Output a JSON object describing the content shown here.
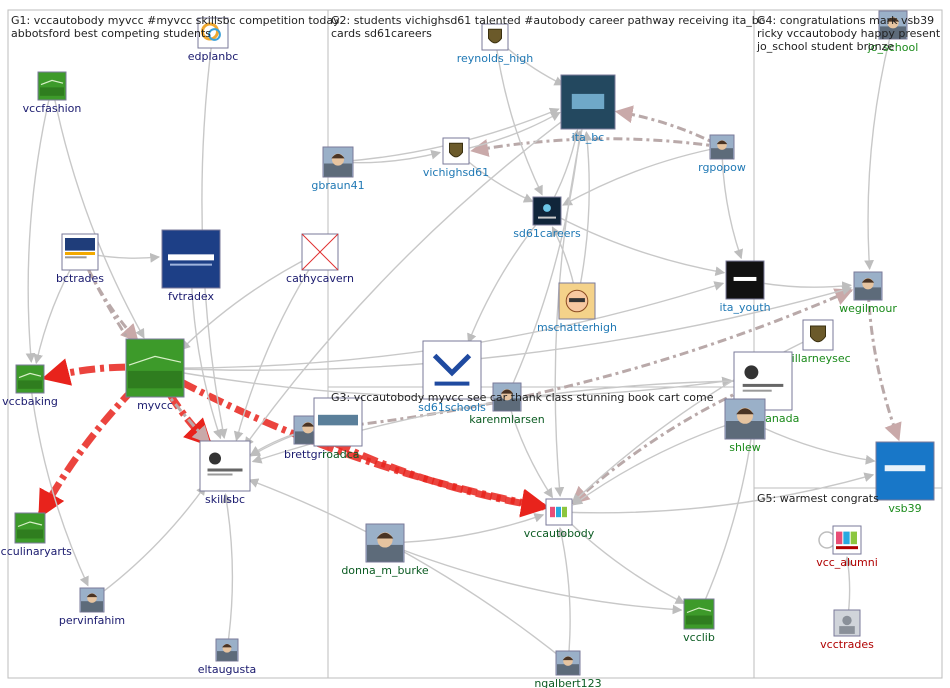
{
  "groups": [
    {
      "id": "G1",
      "lines": [
        "G1: vccautobody myvcc #myvcc skillsbc competition today",
        "abbotsford best competing students"
      ]
    },
    {
      "id": "G2",
      "lines": [
        "G2: students vichighsd61 talented #autobody career pathway receiving ita_bc",
        "cards sd61careers"
      ]
    },
    {
      "id": "G3",
      "lines": [
        "G3: vccautobody myvcc see car thank class stunning book cart come"
      ]
    },
    {
      "id": "G4",
      "lines": [
        "G4: congratulations mark vsb39",
        "ricky vccautobody happy present",
        "jo_school student bronze"
      ]
    },
    {
      "id": "G5",
      "lines": [
        "G5: warmest congrats"
      ]
    }
  ],
  "colors": {
    "G1": "#1a1a6e",
    "G2": "#1f78b4",
    "G3": "#0b5b22",
    "G4": "#1a8a1a",
    "G5": "#b00000",
    "edge": "#c8c8c8",
    "edge_strong": "#b9a9a9",
    "edge_red": "#e8231c"
  },
  "nodes": [
    {
      "id": "edplanbc",
      "label": "edplanbc",
      "group": "G1",
      "icon": "edplan-logo"
    },
    {
      "id": "vccfashion",
      "label": "vccfashion",
      "group": "G1",
      "icon": "vcc-green-logo"
    },
    {
      "id": "bctrades",
      "label": "bctrades",
      "group": "G1",
      "icon": "trades-training-logo"
    },
    {
      "id": "fvtradex",
      "label": "fvtradex",
      "group": "G1",
      "icon": "tradex-logo"
    },
    {
      "id": "cathycavern",
      "label": "cathycavern",
      "group": "G1",
      "icon": "missing-image-icon"
    },
    {
      "id": "myvcc",
      "label": "myvcc",
      "group": "G1",
      "icon": "vcc-green-logo"
    },
    {
      "id": "vccbaking",
      "label": "vccbaking",
      "group": "G1",
      "icon": "vcc-green-logo"
    },
    {
      "id": "skillsbc",
      "label": "skillsbc",
      "group": "G1",
      "icon": "skills-logo"
    },
    {
      "id": "brettgri",
      "label": "brettgri",
      "group": "G1",
      "icon": "profile-photo"
    },
    {
      "id": "vccculinaryarts",
      "label": "vccculinaryarts",
      "group": "G1",
      "icon": "vcc-green-logo"
    },
    {
      "id": "pervinfahim",
      "label": "pervinfahim",
      "group": "G1",
      "icon": "profile-photo"
    },
    {
      "id": "eltaugusta",
      "label": "eltaugusta",
      "group": "G1",
      "icon": "profile-photo"
    },
    {
      "id": "reynolds_high",
      "label": "reynolds_high",
      "group": "G2",
      "icon": "school-crest"
    },
    {
      "id": "ita_bc",
      "label": "ita_bc",
      "group": "G2",
      "icon": "ita-logo"
    },
    {
      "id": "gbraun41",
      "label": "gbraun41",
      "group": "G2",
      "icon": "profile-photo"
    },
    {
      "id": "vichighsd61",
      "label": "vichighsd61",
      "group": "G2",
      "icon": "school-crest"
    },
    {
      "id": "rgpopow",
      "label": "rgpopow",
      "group": "G2",
      "icon": "profile-photo"
    },
    {
      "id": "sd61careers",
      "label": "sd61careers",
      "group": "G2",
      "icon": "careers-logo"
    },
    {
      "id": "ita_youth",
      "label": "ita_youth",
      "group": "G2",
      "icon": "ita-youth-logo"
    },
    {
      "id": "mschatterhigh",
      "label": "mschatterhigh",
      "group": "G2",
      "icon": "cartoon-avatar"
    },
    {
      "id": "sd61schools",
      "label": "sd61schools",
      "group": "G2",
      "icon": "greater-victoria-logo"
    },
    {
      "id": "karenmlarsen",
      "label": "karenmlarsen",
      "group": "G3",
      "icon": "profile-photo"
    },
    {
      "id": "openroadca",
      "label": "roadca",
      "group": "G3",
      "icon": "openroad-logo"
    },
    {
      "id": "donna_m_burke",
      "label": "donna_m_burke",
      "group": "G3",
      "icon": "profile-photo"
    },
    {
      "id": "vccautobody",
      "label": "vccautobody",
      "group": "G3",
      "icon": "vcc-color-logo"
    },
    {
      "id": "vcclib",
      "label": "vcclib",
      "group": "G3",
      "icon": "vcc-green-logo"
    },
    {
      "id": "ngalbert123",
      "label": "ngalbert123",
      "group": "G3",
      "icon": "profile-photo"
    },
    {
      "id": "jo_school",
      "label": "jo_school",
      "group": "G4",
      "icon": "profile-photo"
    },
    {
      "id": "wegilmour",
      "label": "wegilmour",
      "group": "G4",
      "icon": "profile-photo"
    },
    {
      "id": "killarneysec",
      "label": "killarneysec",
      "group": "G4",
      "icon": "school-crest"
    },
    {
      "id": "skills_canada",
      "label": "skills_canada",
      "group": "G4",
      "icon": "skills-logo"
    },
    {
      "id": "shlew",
      "label": "shlew",
      "group": "G4",
      "icon": "profile-photo"
    },
    {
      "id": "vsb39",
      "label": "vsb39",
      "group": "G4",
      "icon": "vsb-logo"
    },
    {
      "id": "vcc_alumni",
      "label": "vcc_alumni",
      "group": "G5",
      "icon": "vcc-alumni-logo"
    },
    {
      "id": "vcctrades",
      "label": "vcctrades",
      "group": "G5",
      "icon": "default-avatar"
    }
  ],
  "edges": [
    {
      "from": "myvcc",
      "to": "vccbaking",
      "style": "red"
    },
    {
      "from": "myvcc",
      "to": "vccculinaryarts",
      "style": "red"
    },
    {
      "from": "myvcc",
      "to": "skillsbc",
      "style": "red"
    },
    {
      "from": "myvcc",
      "to": "vccautobody",
      "style": "red"
    },
    {
      "from": "brettgri",
      "to": "vccautobody",
      "style": "red"
    },
    {
      "from": "bctrades",
      "to": "myvcc",
      "style": "strong"
    },
    {
      "from": "bctrades",
      "to": "skillsbc",
      "style": "strong"
    },
    {
      "from": "rgpopow",
      "to": "vichighsd61",
      "style": "strong"
    },
    {
      "from": "rgpopow",
      "to": "ita_bc",
      "style": "strong"
    },
    {
      "from": "skills_canada",
      "to": "vccautobody",
      "style": "strong"
    },
    {
      "from": "wegilmour",
      "to": "vsb39",
      "style": "strong"
    },
    {
      "from": "brettgri",
      "to": "wegilmour",
      "style": "strong"
    },
    {
      "from": "myvcc",
      "to": "skills_canada",
      "style": "normal"
    },
    {
      "from": "edplanbc",
      "to": "skillsbc",
      "style": "normal"
    },
    {
      "from": "vccfashion",
      "to": "myvcc",
      "style": "normal"
    },
    {
      "from": "vccfashion",
      "to": "vccbaking",
      "style": "normal"
    },
    {
      "from": "bctrades",
      "to": "fvtradex",
      "style": "normal"
    },
    {
      "from": "bctrades",
      "to": "vccbaking",
      "style": "normal"
    },
    {
      "from": "fvtradex",
      "to": "skillsbc",
      "style": "normal"
    },
    {
      "from": "cathycavern",
      "to": "skillsbc",
      "style": "normal"
    },
    {
      "from": "cathycavern",
      "to": "myvcc",
      "style": "normal"
    },
    {
      "from": "vccbaking",
      "to": "pervinfahim",
      "style": "normal"
    },
    {
      "from": "pervinfahim",
      "to": "skillsbc",
      "style": "normal"
    },
    {
      "from": "eltaugusta",
      "to": "skillsbc",
      "style": "normal"
    },
    {
      "from": "brettgri",
      "to": "skillsbc",
      "style": "normal"
    },
    {
      "from": "gbraun41",
      "to": "vichighsd61",
      "style": "normal"
    },
    {
      "from": "gbraun41",
      "to": "ita_bc",
      "style": "normal"
    },
    {
      "from": "vichighsd61",
      "to": "sd61careers",
      "style": "normal"
    },
    {
      "from": "vichighsd61",
      "to": "ita_bc",
      "style": "normal"
    },
    {
      "from": "reynolds_high",
      "to": "ita_bc",
      "style": "normal"
    },
    {
      "from": "reynolds_high",
      "to": "sd61careers",
      "style": "normal"
    },
    {
      "from": "sd61careers",
      "to": "ita_bc",
      "style": "normal"
    },
    {
      "from": "sd61careers",
      "to": "ita_youth",
      "style": "normal"
    },
    {
      "from": "sd61careers",
      "to": "sd61schools",
      "style": "normal"
    },
    {
      "from": "mschatterhigh",
      "to": "ita_bc",
      "style": "normal"
    },
    {
      "from": "mschatterhigh",
      "to": "sd61careers",
      "style": "normal"
    },
    {
      "from": "rgpopow",
      "to": "ita_youth",
      "style": "normal"
    },
    {
      "from": "rgpopow",
      "to": "sd61careers",
      "style": "normal"
    },
    {
      "from": "ita_bc",
      "to": "vccautobody",
      "style": "normal"
    },
    {
      "from": "ita_bc",
      "to": "skillsbc",
      "style": "normal"
    },
    {
      "from": "ita_youth",
      "to": "wegilmour",
      "style": "normal"
    },
    {
      "from": "karenmlarsen",
      "to": "ita_bc",
      "style": "normal"
    },
    {
      "from": "karenmlarsen",
      "to": "vccautobody",
      "style": "normal"
    },
    {
      "from": "openroadca",
      "to": "skillsbc",
      "style": "normal"
    },
    {
      "from": "donna_m_burke",
      "to": "vccautobody",
      "style": "normal"
    },
    {
      "from": "donna_m_burke",
      "to": "vcclib",
      "style": "normal"
    },
    {
      "from": "vccautobody",
      "to": "vcclib",
      "style": "normal"
    },
    {
      "from": "ngalbert123",
      "to": "vccautobody",
      "style": "normal"
    },
    {
      "from": "ngalbert123",
      "to": "skillsbc",
      "style": "normal"
    },
    {
      "from": "shlew",
      "to": "vccautobody",
      "style": "normal"
    },
    {
      "from": "shlew",
      "to": "vsb39",
      "style": "normal"
    },
    {
      "from": "killarneysec",
      "to": "vccautobody",
      "style": "normal"
    },
    {
      "from": "jo_school",
      "to": "wegilmour",
      "style": "normal"
    },
    {
      "from": "myvcc",
      "to": "wegilmour",
      "style": "normal"
    },
    {
      "from": "myvcc",
      "to": "ita_youth",
      "style": "normal"
    },
    {
      "from": "vccautobody",
      "to": "vsb39",
      "style": "normal"
    },
    {
      "from": "skills_canada",
      "to": "skillsbc",
      "style": "normal"
    },
    {
      "from": "vcclib",
      "to": "skills_canada",
      "style": "normal"
    },
    {
      "from": "vcc_alumni",
      "to": "vcc_alumni",
      "style": "self"
    },
    {
      "from": "vcctrades",
      "to": "vcc_alumni",
      "style": "normal"
    }
  ]
}
